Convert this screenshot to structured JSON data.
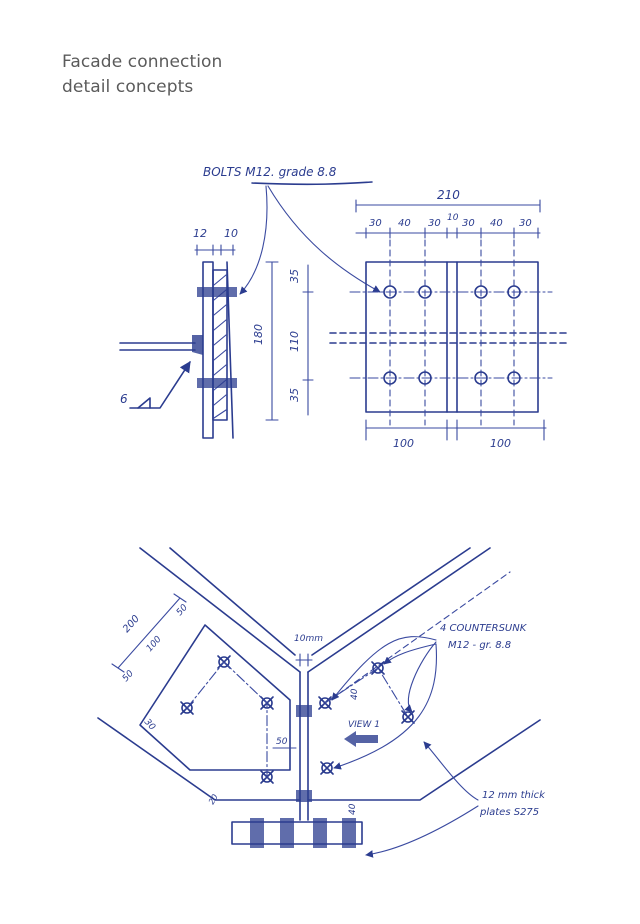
{
  "title": {
    "line1": "Facade connection",
    "line2": "detail concepts"
  },
  "sketch_top": {
    "bolts_label": "BOLTS  M12. grade 8.8",
    "dim_210": "210",
    "dim_30a": "30",
    "dim_40a": "40",
    "dim_30b": "30",
    "dim_10": "10",
    "dim_30c": "30",
    "dim_40b": "40",
    "dim_30d": "30",
    "dim_12": "12",
    "dim_10b": "10",
    "dim_180": "180",
    "dim_35a": "35",
    "dim_110": "110",
    "dim_35b": "35",
    "dim_100a": "100",
    "dim_100b": "100",
    "weld_6": "6"
  },
  "sketch_bottom": {
    "dim_200": "200",
    "dim_50a": "50",
    "dim_100": "100",
    "dim_50b": "50",
    "dim_30": "30",
    "dim_10mm": "10mm",
    "countersunk_line1": "4 COUNTERSUNK",
    "countersunk_line2": "M12 - gr. 8.8",
    "view_label": "VIEW 1",
    "dim_40a": "40",
    "dim_50c": "50",
    "dim_40b": "40",
    "dim_20": "20",
    "plates_line1": "12 mm thick",
    "plates_line2": "plates S275"
  },
  "colors": {
    "ink": "#2b3c8f",
    "title": "#5b5b5b"
  }
}
